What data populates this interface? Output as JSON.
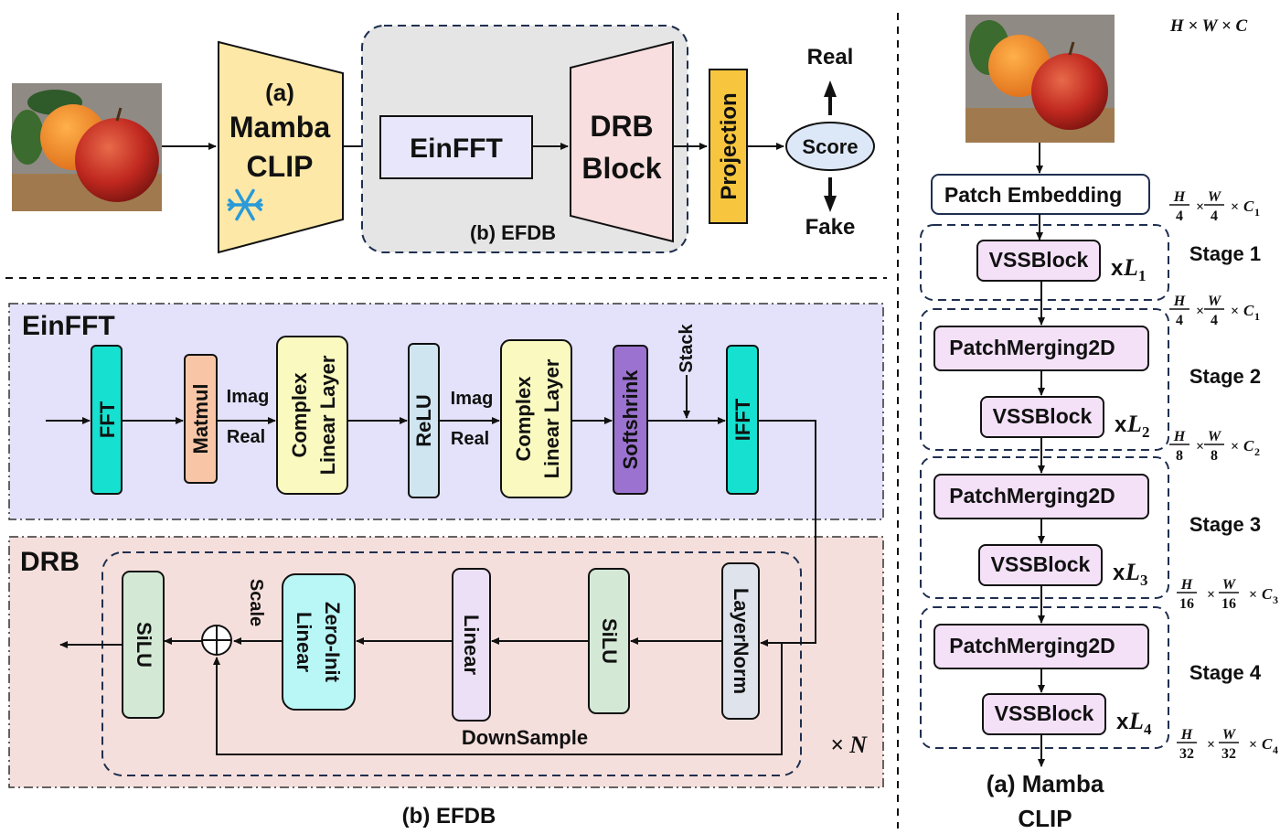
{
  "top": {
    "encoder_tag": "(a)",
    "encoder_name": "Mamba",
    "encoder_name2": "CLIP",
    "freeze_icon": "snowflake-icon",
    "efdb_caption": "(b) EFDB",
    "einfft_label": "EinFFT",
    "drb_label1": "DRB",
    "drb_label2": "Block",
    "projection": "Projection",
    "score": "Score",
    "real": "Real",
    "fake": "Fake"
  },
  "einfft": {
    "title": "EinFFT",
    "fft": "FFT",
    "matmul": "Matmul",
    "imag": "Imag",
    "real": "Real",
    "complex1a": "Complex",
    "complex1b": "Linear Layer",
    "relu": "ReLU",
    "imag2": "Imag",
    "real2": "Real",
    "complex2a": "Complex",
    "complex2b": "Linear Layer",
    "softshrink": "Softshrink",
    "stack": "Stack",
    "ifft": "IFFT"
  },
  "drb": {
    "title": "DRB",
    "silu_out": "SiLU",
    "scale": "Scale",
    "zero_a": "Zero-Init",
    "zero_b": "Linear",
    "linear": "Linear",
    "silu": "SiLU",
    "layernorm": "LayerNorm",
    "downsample": "DownSample",
    "repeat": "× N"
  },
  "bottom_caption": "(b) EFDB",
  "right": {
    "input_dim": "H × W × C",
    "patch_embedding": "Patch Embedding",
    "vss": "VSSBlock",
    "merge": "PatchMerging2D",
    "stages": [
      {
        "label": "Stage 1",
        "rep": "x",
        "L": "L",
        "sub": "1"
      },
      {
        "label": "Stage 2",
        "rep": "x",
        "L": "L",
        "sub": "2"
      },
      {
        "label": "Stage 3",
        "rep": "x",
        "L": "L",
        "sub": "3"
      },
      {
        "label": "Stage 4",
        "rep": "x",
        "L": "L",
        "sub": "4"
      }
    ],
    "dims": [
      {
        "hd": "4",
        "wd": "4",
        "c": "1"
      },
      {
        "hd": "4",
        "wd": "4",
        "c": "1"
      },
      {
        "hd": "8",
        "wd": "8",
        "c": "2"
      },
      {
        "hd": "16",
        "wd": "16",
        "c": "3"
      },
      {
        "hd": "32",
        "wd": "32",
        "c": "4"
      }
    ],
    "caption1": "(a) Mamba",
    "caption2": "CLIP"
  }
}
